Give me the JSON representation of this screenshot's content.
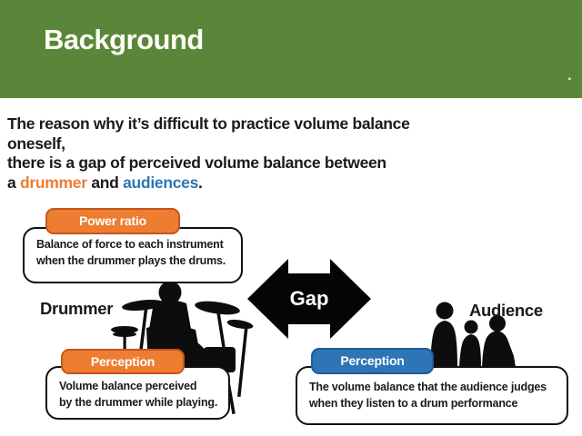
{
  "header": {
    "title": "Background",
    "corner_mark": ".",
    "bg_color": "#5a8639"
  },
  "intro": {
    "line1": "The reason why it’s difficult to practice volume balance",
    "line2": "oneself,",
    "line3": "there is a gap of perceived volume balance between",
    "line4": {
      "prefix": "a ",
      "drummer": "drummer",
      "middle": " and ",
      "audiences": "audiences",
      "suffix": "."
    }
  },
  "power_ratio": {
    "tab_label": "Power ratio",
    "line1": "Balance of force to each instrument",
    "line2": "when the drummer plays the drums."
  },
  "drummer": {
    "label": "Drummer",
    "perception_tab": "Perception",
    "line1": "Volume balance perceived",
    "line2": "by the drummer while playing."
  },
  "gap": {
    "label": "Gap"
  },
  "audience": {
    "label": "Audience",
    "perception_tab": "Perception",
    "line1": "The volume balance that the audience judges",
    "line2": "when they listen to a drum performance"
  },
  "colors": {
    "header_green": "#5a8639",
    "accent_orange": "#ED7D31",
    "accent_orange_border": "#c2571a",
    "accent_blue": "#2E75B6",
    "accent_blue_border": "#1f5c99",
    "silhouette_black": "#0d0d0d",
    "text_black": "#1a1a1a"
  }
}
